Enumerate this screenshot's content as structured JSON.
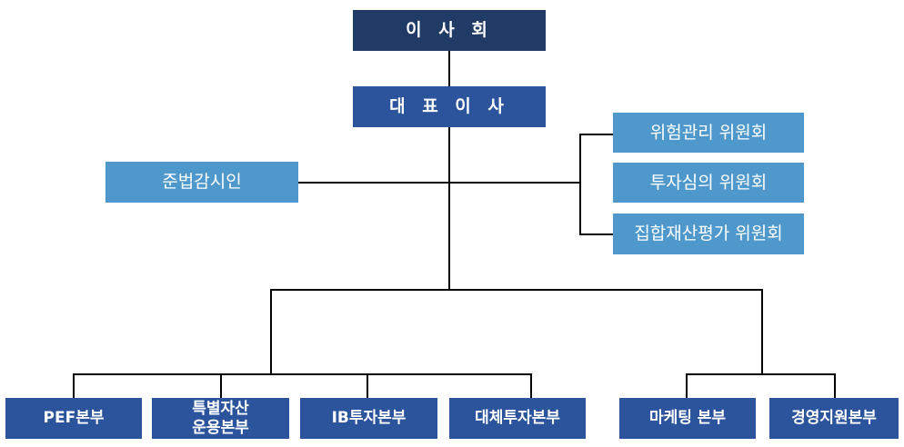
{
  "board": "이 사 회",
  "ceo": "대 표 이 사",
  "compliance": "준법감시인",
  "committees": [
    {
      "label": "위험관리 위원회"
    },
    {
      "label": "투자심의 위원회"
    },
    {
      "label": "집합재산평가 위원회"
    }
  ],
  "departments": [
    {
      "label": "PEF본부"
    },
    {
      "line1": "특별자산",
      "line2": "운용본부"
    },
    {
      "label": "IB투자본부"
    },
    {
      "label": "대체투자본부"
    },
    {
      "label": "마케팅 본부"
    },
    {
      "label": "경영지원본부"
    }
  ],
  "colors": {
    "dark": "#1f3b66",
    "mid": "#2b549c",
    "light": "#4f98cc",
    "line": "#000000"
  }
}
